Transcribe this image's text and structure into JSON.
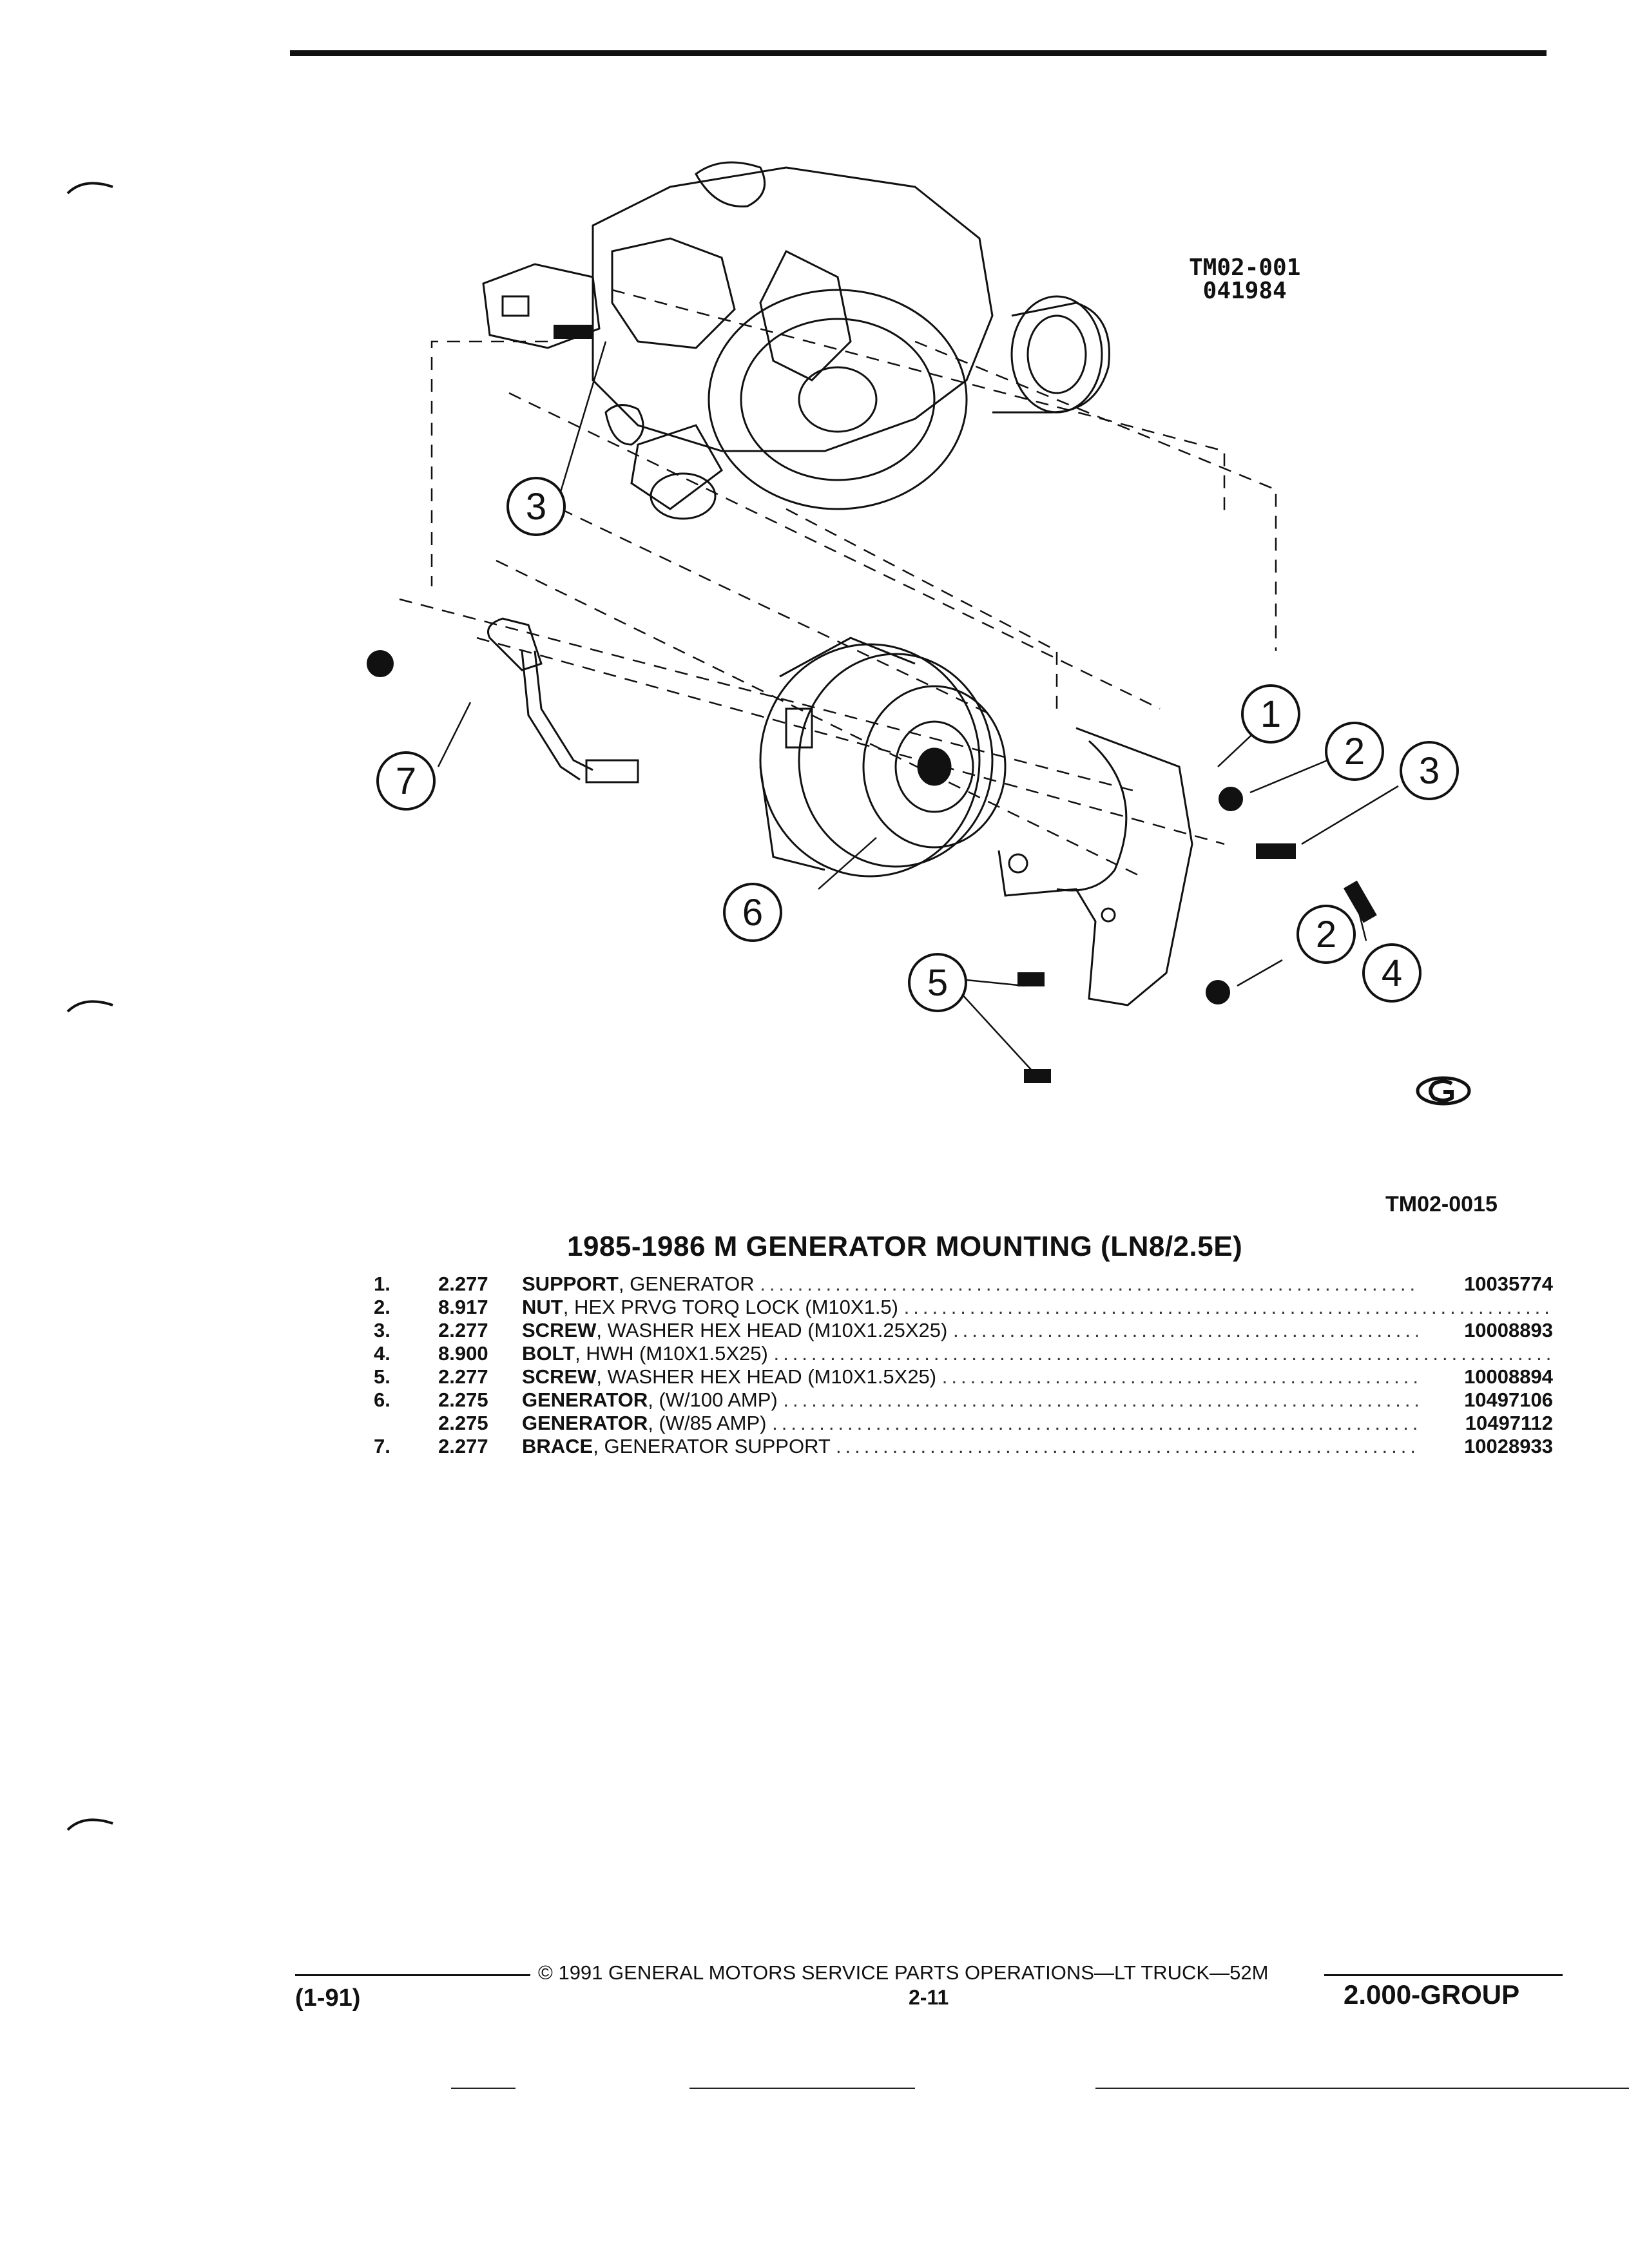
{
  "diagram": {
    "ref_code_1": "TM02-001",
    "ref_code_2": "041984",
    "callouts": [
      "1",
      "2",
      "3",
      "3",
      "2",
      "4",
      "5",
      "6",
      "7"
    ],
    "figure_code": "TM02-0015"
  },
  "section_title": "1985-1986 M GENERATOR MOUNTING (LN8/2.5E)",
  "parts": [
    {
      "num": "1.",
      "code": "2.277",
      "name": "SUPPORT",
      "detail": ", GENERATOR",
      "part_no": "10035774"
    },
    {
      "num": "2.",
      "code": "8.917",
      "name": "NUT",
      "detail": ", HEX PRVG TORQ LOCK (M10X1.5)",
      "part_no": ""
    },
    {
      "num": "3.",
      "code": "2.277",
      "name": "SCREW",
      "detail": ", WASHER HEX HEAD (M10X1.25X25)",
      "part_no": "10008893"
    },
    {
      "num": "4.",
      "code": "8.900",
      "name": "BOLT",
      "detail": ", HWH (M10X1.5X25)",
      "part_no": ""
    },
    {
      "num": "5.",
      "code": "2.277",
      "name": "SCREW",
      "detail": ", WASHER HEX HEAD (M10X1.5X25)",
      "part_no": "10008894"
    },
    {
      "num": "6.",
      "code": "2.275",
      "name": "GENERATOR",
      "detail": ", (W/100 AMP)",
      "part_no": "10497106"
    },
    {
      "num": "",
      "code": "2.275",
      "name": "GENERATOR",
      "detail": ", (W/85 AMP)",
      "part_no": "10497112"
    },
    {
      "num": "7.",
      "code": "2.277",
      "name": "BRACE",
      "detail": ", GENERATOR SUPPORT",
      "part_no": "10028933"
    }
  ],
  "footer": {
    "copyright": "© 1991 GENERAL MOTORS SERVICE PARTS OPERATIONS—LT TRUCK—52M",
    "page": "2-11",
    "date": "(1-91)",
    "group": "2.000-GROUP"
  }
}
